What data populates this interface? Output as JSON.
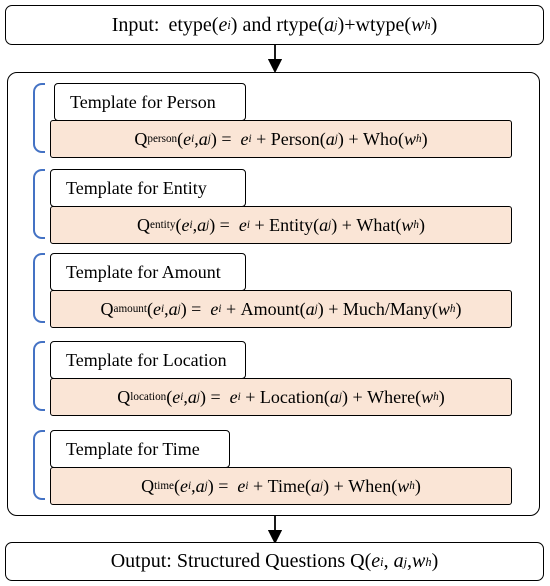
{
  "input_label": "Input:",
  "input_tail": {
    "etype": "etype",
    "and_rtype": "and rtype",
    "plus_wtype": "+wtype"
  },
  "templates": [
    {
      "title": "Template for Person",
      "q_sub": "person",
      "a_fn": "Person",
      "w_fn": "Who"
    },
    {
      "title": "Template for Entity",
      "q_sub": "entity",
      "a_fn": "Entity",
      "w_fn": "What"
    },
    {
      "title": "Template for Amount",
      "q_sub": "amount",
      "a_fn": "Amount",
      "w_fn": "Much/Many"
    },
    {
      "title": "Template for Location",
      "q_sub": "location",
      "a_fn": "Location",
      "w_fn": "Where"
    },
    {
      "title": "Template for Time",
      "q_sub": "time",
      "a_fn": "Time",
      "w_fn": "When"
    }
  ],
  "formula_symbols": {
    "Q": "Q",
    "e": "e",
    "a": "a",
    "w": "w",
    "i": "i",
    "j": "j",
    "h": "h"
  },
  "output_label": "Output: Structured Questions Q(",
  "colors": {
    "formula_fill": "#fae5d6",
    "brace": "#4472c4",
    "border": "#000000"
  }
}
